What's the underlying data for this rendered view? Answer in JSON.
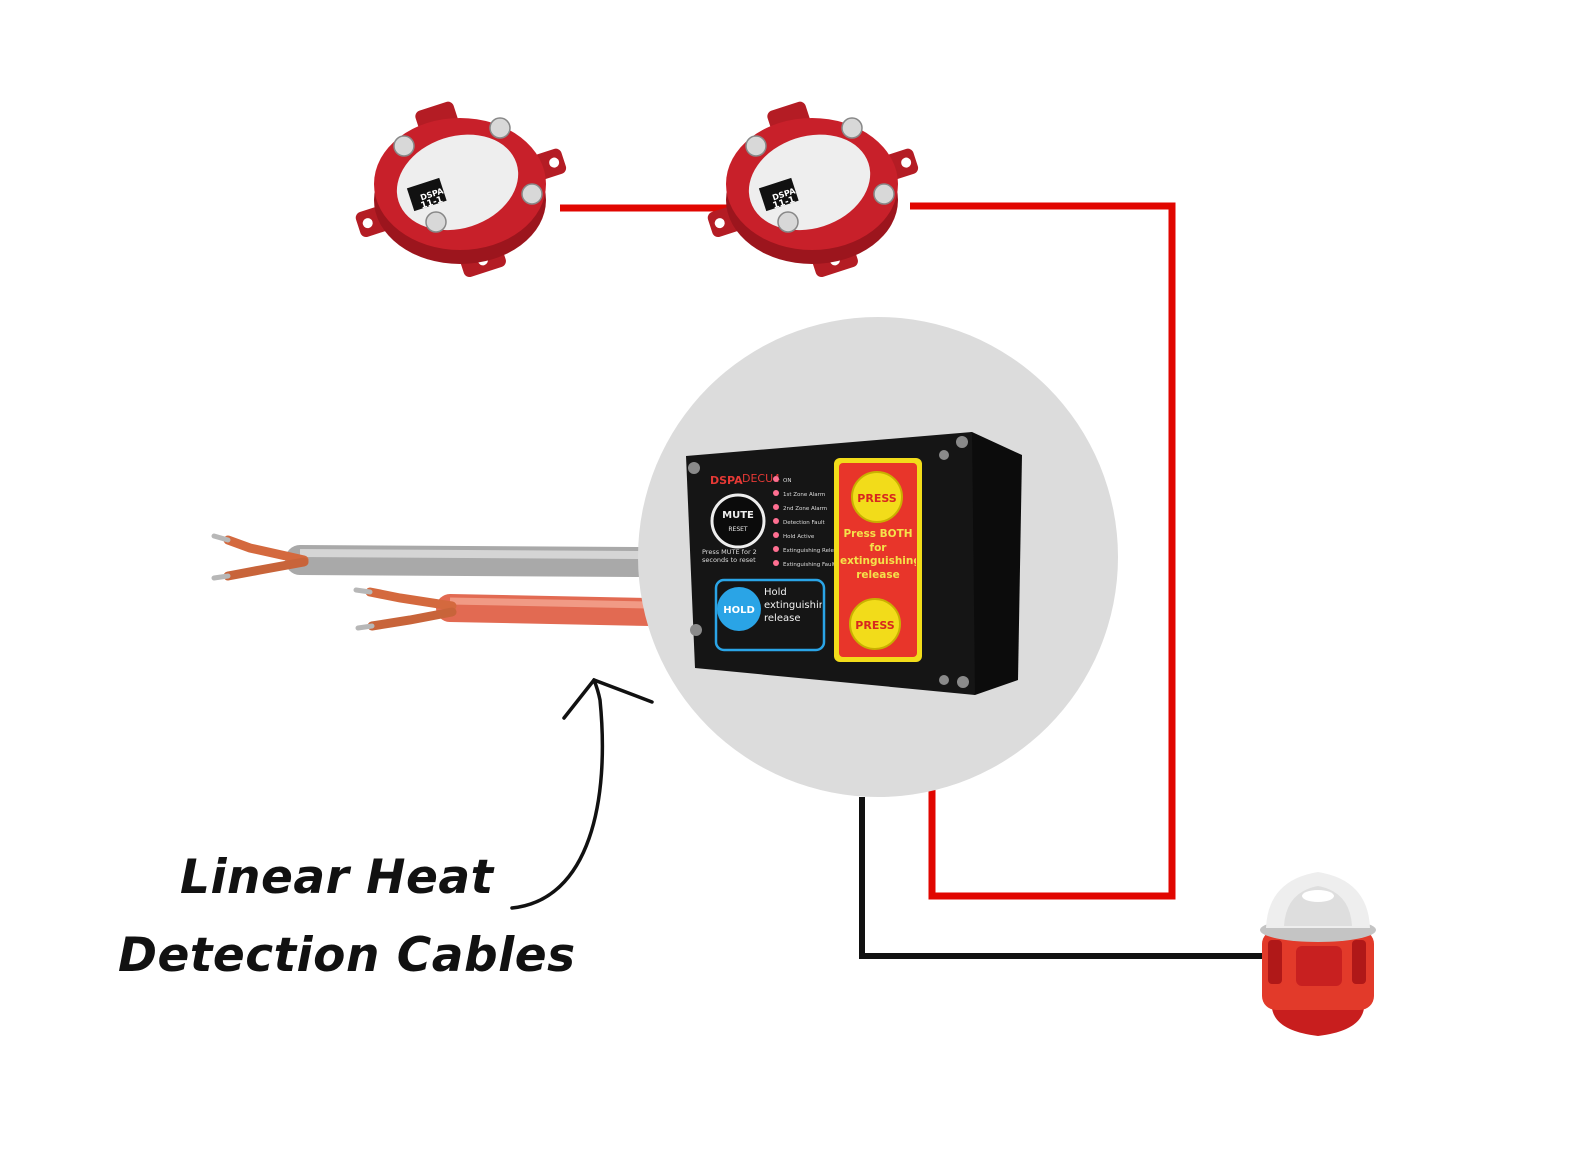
{
  "caption": {
    "line1": "Linear Heat",
    "line2": "Detection Cables"
  },
  "colors": {
    "wire_red": "#e10600",
    "wire_black": "#111111",
    "circle_bg": "#dcdcdc",
    "detector_red": "#c8202a",
    "panel_black": "#151515",
    "press_yellow": "#f2dc1a",
    "press_panel_red": "#e8352a",
    "hold_blue": "#2aa4e6"
  },
  "detectors": [
    {
      "model_line1": "DSPA",
      "model_line2": "11-1"
    },
    {
      "model_line1": "DSPA",
      "model_line2": "11-1"
    }
  ],
  "control_panel": {
    "brand": "DSPA",
    "model": "DECU4",
    "mute_label": "MUTE",
    "reset_label": "RESET",
    "mute_hint": "Press MUTE for 2 seconds to reset",
    "leds": [
      "ON",
      "1st Zone Alarm",
      "2nd Zone Alarm",
      "Detection Fault",
      "Hold Active",
      "Extinguishing Release",
      "Extinguishing Fault"
    ],
    "hold_button": "HOLD",
    "hold_text": "Hold extinguishing release",
    "press_top": "PRESS",
    "press_bottom": "PRESS",
    "press_instruction": "Press BOTH for extinguishing release"
  }
}
